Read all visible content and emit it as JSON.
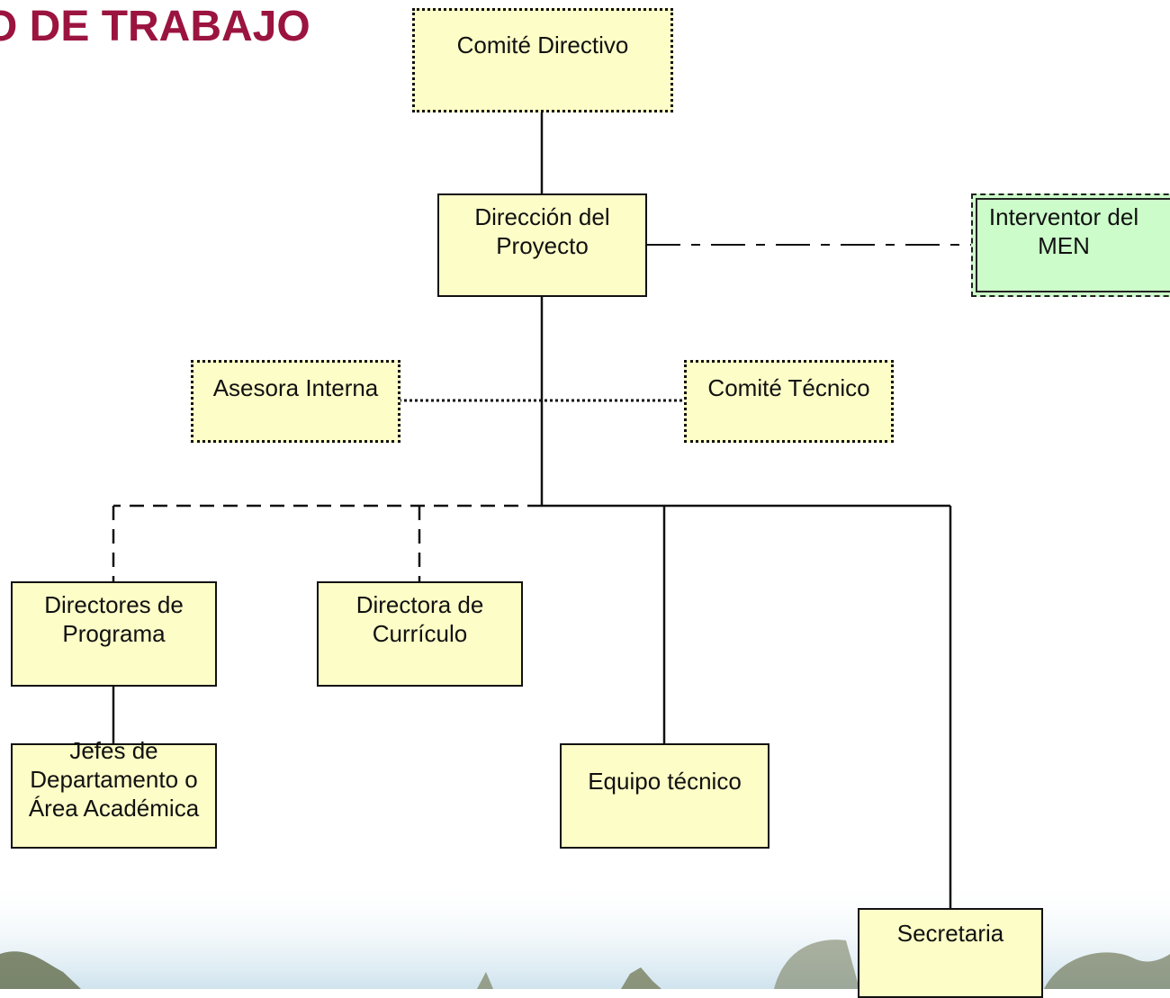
{
  "header": {
    "title": "O DE TRABAJO"
  },
  "colors": {
    "title": "#9b1440",
    "box_fill": "#fdfdc7",
    "external_box_fill": "#ccfcc9",
    "line": "#111111"
  },
  "nodes": {
    "comite_directivo": "Comité Directivo",
    "direccion_proyecto": "Dirección del\nProyecto",
    "interventor_men": "Interventor del\nMEN",
    "asesora_interna": "Asesora Interna",
    "comite_tecnico": "Comité Técnico",
    "directores_programa": "Directores de\nPrograma",
    "directora_curriculo": "Directora de\nCurrículo",
    "jefes_departamento": "Jefes de\nDepartamento o\nÁrea Académica",
    "equipo_tecnico": "Equipo técnico",
    "secretaria": "Secretaria"
  }
}
